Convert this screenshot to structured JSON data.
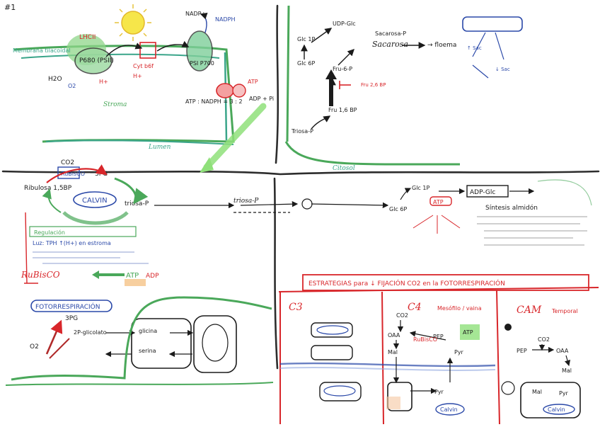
{
  "page": {
    "number": "#1"
  },
  "colors": {
    "ink": "#1b1b1b",
    "chloroplast_green": "#4aa85a",
    "membrane_teal": "#3aa58a",
    "pastel_green": "#7ed46a",
    "red": "#d8262a",
    "blue": "#2a48a8",
    "sun_yellow": "#f6e64a",
    "orange": "#f0a040",
    "magenta": "#c83a8a"
  },
  "light_phase": {
    "lhcii": "LHCII",
    "ps2": "P680 (PSII)",
    "ps1": "PSI P700",
    "cyt": "Cyt b6f",
    "nadp": "NADP+",
    "nadph": "NADPH",
    "h2o": "H2O",
    "oxygen": "O2",
    "proton": "H+",
    "atp_synthase": "ATP",
    "adp": "ADP + Pi",
    "stroma": "Stroma",
    "lumen": "Lumen",
    "membrane": "Membrana tilacoidal",
    "ratio": "ATP : NADPH = 3 : 2"
  },
  "calvin": {
    "title": "CALVIN",
    "co2": "CO2",
    "rubisco": "RuBisCO",
    "pga": "3PG",
    "rubp": "Ribulosa 1,5BP",
    "triose": "triosa-P",
    "atp": "ATP",
    "adp": "ADP",
    "regulation": "Regulación",
    "regulation_note": "Luz: TPH ↑(H+) en estroma",
    "photorespiration": "FOTORRESPIRACIÓN",
    "pga2": "3PG",
    "glycolate": "2P-glicolato",
    "glycine": "glicina",
    "serine": "serina",
    "o2": "O2"
  },
  "sucrose": {
    "title": "Sacarosa",
    "udp_glc": "UDP-Glc",
    "f6p": "Fru-6-P",
    "f26bp": "Fru 2,6 BP",
    "f16bp": "Fru 1,6 BP",
    "g6p": "Glc 6P",
    "g1p": "Glc 1P",
    "triose": "Triosa-P",
    "sucrose_p": "Sacarosa-P",
    "cytosol": "Citosol",
    "transport": "→ floema"
  },
  "starch": {
    "title": "ADP-Glc",
    "synthesis": "Síntesis almidón",
    "glc1p": "Glc 1P",
    "glc6p": "Glc 6P",
    "atp": "ATP"
  },
  "carbon_fix": {
    "header": "ESTRATEGIAS para ↓ FIJACIÓN CO2 en la FOTORRESPIRACIÓN",
    "c3": "C3",
    "c4": "C4",
    "cam": "CAM",
    "c4_note": "Mesófilo / vaina",
    "pep": "PEP",
    "oaa": "OAA",
    "mal": "Mal",
    "pyr": "Pyr",
    "calvin": "Calvin",
    "cam_note": "Temporal"
  }
}
